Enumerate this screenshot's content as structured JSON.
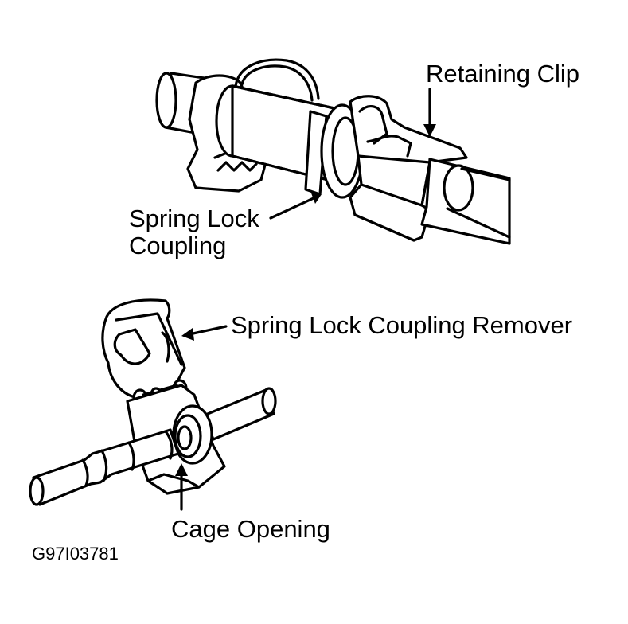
{
  "labels": {
    "retaining_clip": "Retaining Clip",
    "spring_lock_line1": "Spring Lock",
    "spring_lock_line2": "Coupling",
    "remover": "Spring Lock Coupling Remover",
    "cage_opening": "Cage Opening"
  },
  "figure_code": "G97I03781"
}
